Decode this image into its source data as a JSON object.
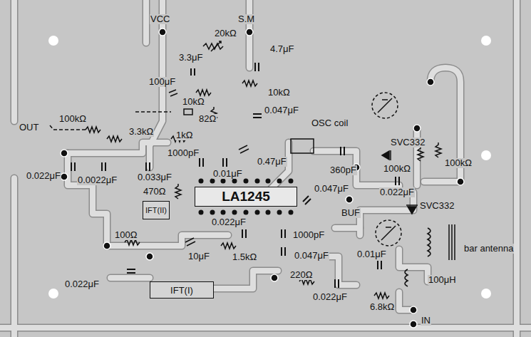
{
  "diagram": {
    "nodes": [
      {
        "text": [
          "LA1245"
        ]
      },
      {
        "text": [
          "IFT(II)"
        ]
      },
      {
        "text": [
          "IFT(I)"
        ]
      }
    ],
    "labels": [
      "VCC",
      "S.M",
      "20kΩ",
      "3.3μF",
      "4.7μF",
      "100μF",
      "10kΩ",
      "10kΩ",
      "82Ω",
      "0.047μF",
      "OUT",
      "100kΩ",
      "3.3kΩ",
      "1kΩ",
      "OSC coil",
      "1000pF",
      "0.01μF",
      "0.47μF",
      "SVC332",
      "100kΩ",
      "100kΩ",
      "360pF",
      "0.022μF",
      "0.0022μF",
      "0.033μF",
      "470Ω",
      "0.022μF",
      "0.047μF",
      "BUF",
      "SVC332",
      "0.022μF",
      "1000pF",
      "0.047μF",
      "0.01μF",
      "bar antenna",
      "100Ω",
      "10μF",
      "1.5kΩ",
      "100μH",
      "220Ω",
      "0.022μF",
      "6.8kΩ",
      "0.022μF",
      "IN"
    ]
  }
}
